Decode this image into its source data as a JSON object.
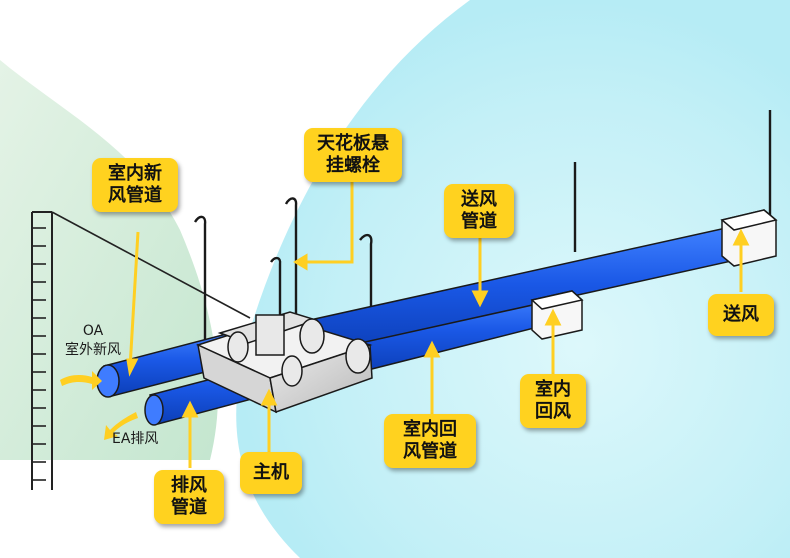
{
  "diagram": {
    "callouts": {
      "indoor_fresh_air_duct": "室内新\n风管道",
      "ceiling_suspension_bolt": "天花板悬\n挂螺栓",
      "supply_air_duct": "送风\n管道",
      "supply_air": "送风",
      "indoor_return_air": "室内\n回风",
      "indoor_return_air_duct": "室内回\n风管道",
      "main_unit": "主机",
      "exhaust_air_duct": "排风\n管道"
    },
    "labels": {
      "outdoor_air": "OA\n室外新风",
      "exhaust_air": "EA排风"
    }
  },
  "colors": {
    "duct_blue": "#1f5fe0",
    "callout_yellow": "#ffd21f",
    "arrow_yellow": "#ffcf22",
    "background_cyan": "#c8f2f8",
    "background_green": "#cfead6"
  }
}
